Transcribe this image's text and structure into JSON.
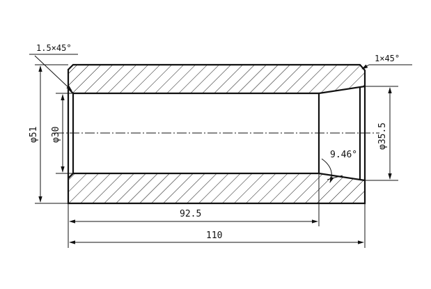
{
  "dimensions": {
    "chamfer_left": "1.5×45°",
    "chamfer_right": "1×45°",
    "outer_diameter": "φ51",
    "bore_diameter": "φ30",
    "taper_diameter": "φ35.5",
    "taper_angle": "9.46°",
    "bore_length": "92.5",
    "total_length": "110"
  }
}
